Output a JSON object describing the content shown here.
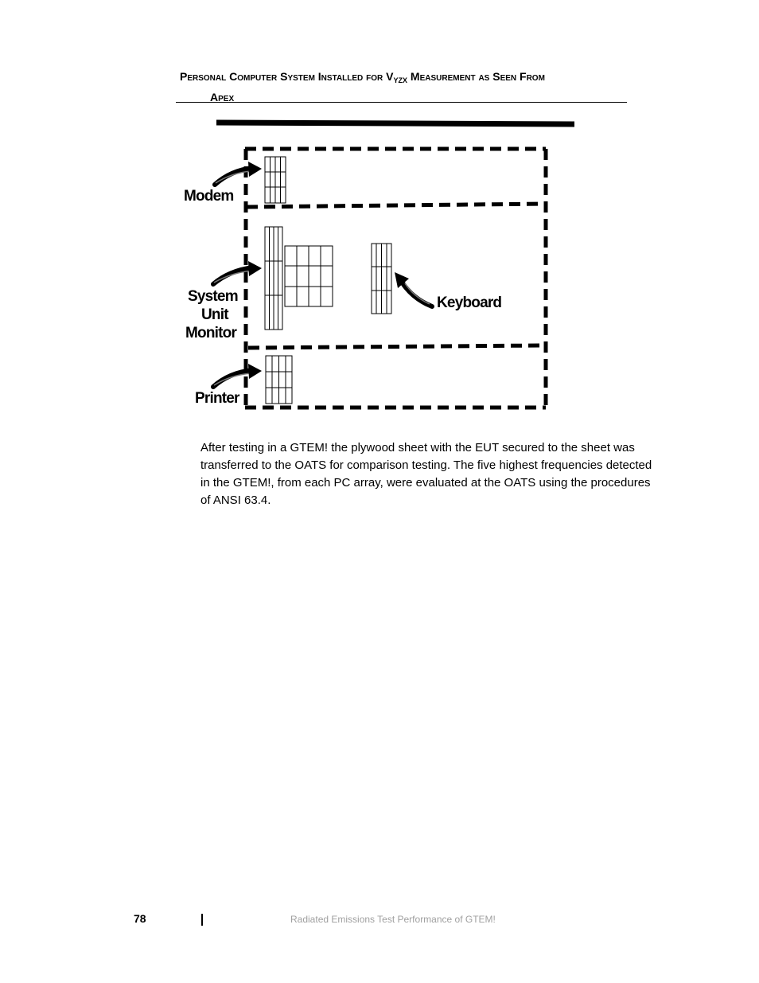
{
  "caption": {
    "line1_pre": "Personal Computer System Installed for V",
    "subscript": "YZX",
    "line1_post": " Measurement as Seen From",
    "line2": "Apex"
  },
  "figure": {
    "labels": {
      "modem": "Modem",
      "system": "System",
      "unit": "Unit",
      "monitor": "Monitor",
      "keyboard": "Keyboard",
      "printer": "Printer"
    }
  },
  "body": {
    "paragraph": "After testing in a GTEM! the plywood sheet with the EUT secured to the sheet was transferred to the OATS for comparison testing. The five highest frequencies detected in the GTEM!, from each PC array, were evaluated at the OATS using the procedures of ANSI 63.4."
  },
  "footer": {
    "page_number": "78",
    "running_title": "Radiated Emissions Test Performance of GTEM!"
  }
}
